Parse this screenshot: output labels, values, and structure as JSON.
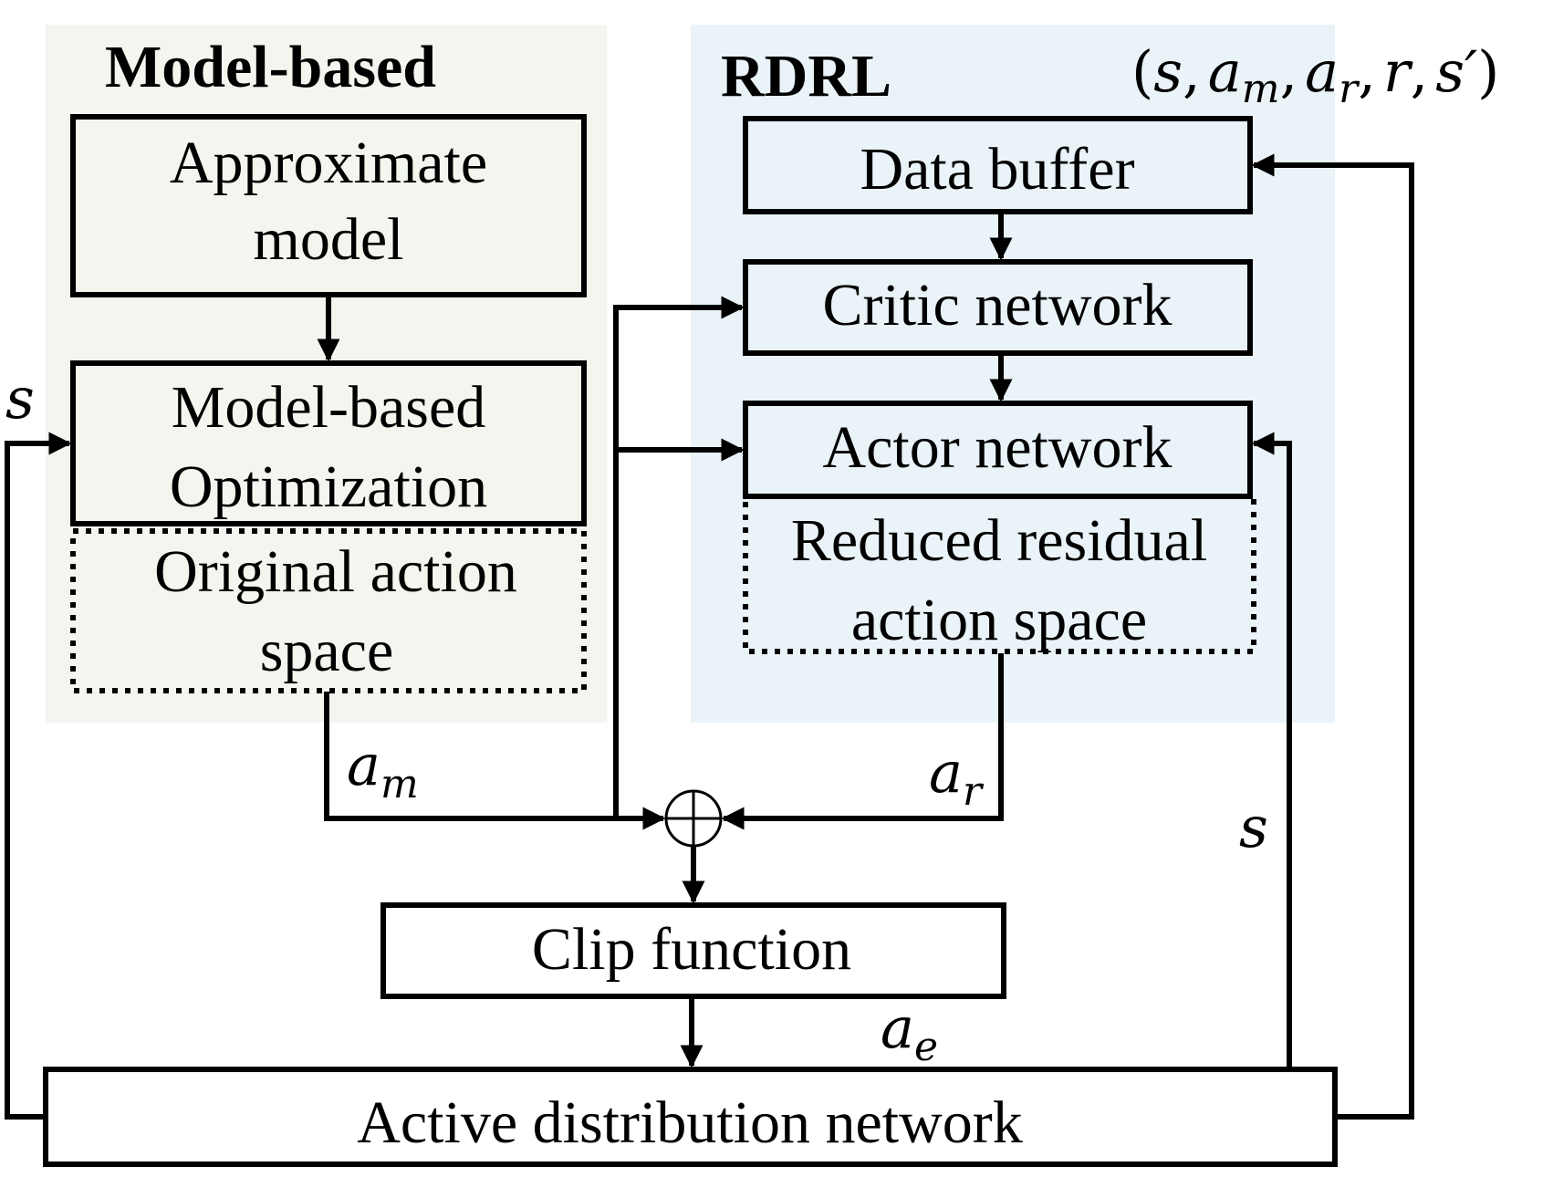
{
  "regions": {
    "model_based": {
      "title": "Model-based",
      "fill": "#f2f6ee"
    },
    "rdrl": {
      "title": "RDRL",
      "fill": "#eaf3f7"
    }
  },
  "boxes": {
    "approximate_model": [
      "Approximate",
      "model"
    ],
    "model_based_optimization": [
      "Model-based",
      "Optimization"
    ],
    "original_action_space": [
      "Original action",
      "space"
    ],
    "data_buffer": [
      "Data buffer"
    ],
    "critic_network": [
      "Critic network"
    ],
    "actor_network": [
      "Actor network"
    ],
    "reduced_residual_action_space": [
      "Reduced residual",
      "action space"
    ],
    "clip_function": [
      "Clip function"
    ],
    "active_distribution_network": [
      "Active distribution network"
    ]
  },
  "symbols": {
    "tuple": {
      "open": "(",
      "s": "s",
      "sep": ",",
      "a": "a",
      "m": "m",
      "r_sub": "r",
      "r": "r",
      "s_prime": "s′",
      "close": ")"
    },
    "state_left": "s",
    "state_right": "s",
    "action_model": {
      "base": "a",
      "sub": "m"
    },
    "action_residual": {
      "base": "a",
      "sub": "r"
    },
    "action_executed": {
      "base": "a",
      "sub": "e"
    },
    "sum_operator": "⊕"
  },
  "colors": {
    "line": "#000000"
  }
}
